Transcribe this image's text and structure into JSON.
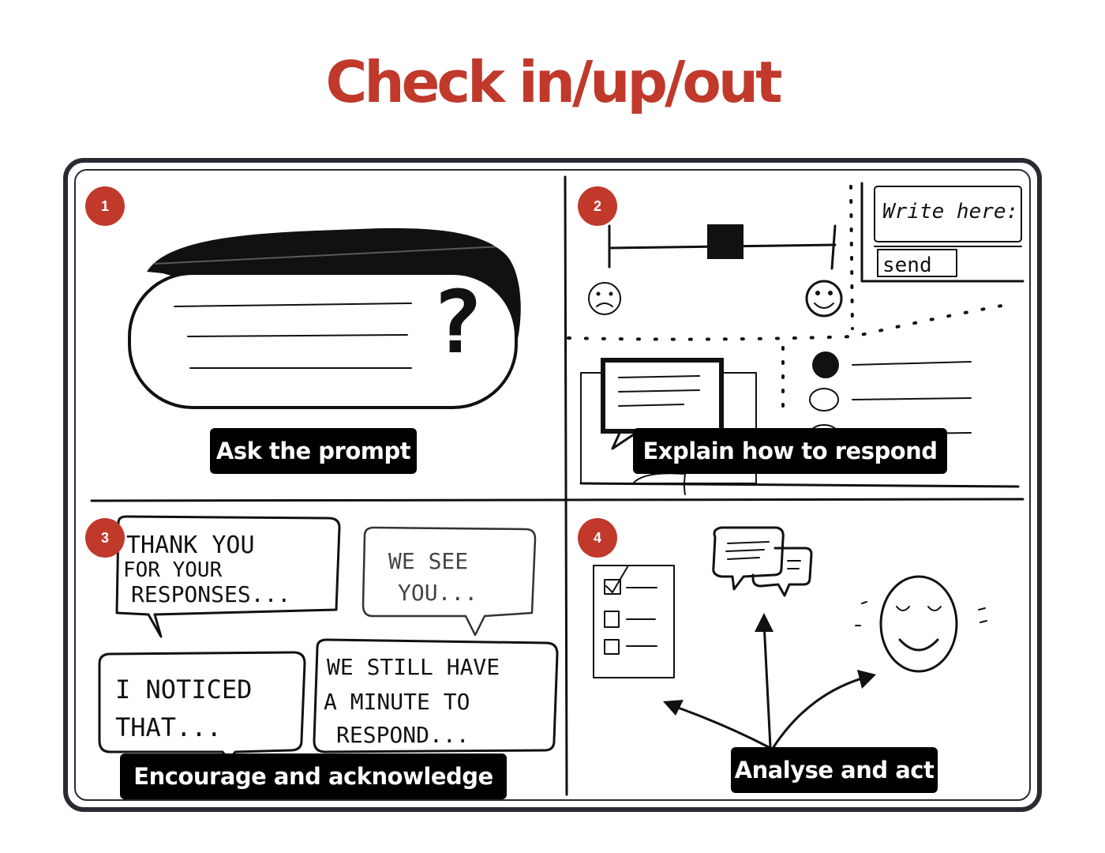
{
  "title": "Check in/up/out",
  "accent_color": "#c0392b",
  "panels": [
    {
      "number": "1",
      "caption": "Ask the prompt"
    },
    {
      "number": "2",
      "caption": "Explain how to respond",
      "sketch_text": {
        "input_label": "Write here:",
        "button_label": "send"
      }
    },
    {
      "number": "3",
      "caption": "Encourage and acknowledge",
      "speech_bubbles": [
        [
          "THANK YOU",
          "FOR YOUR",
          "RESPONSES..."
        ],
        [
          "WE SEE",
          "YOU..."
        ],
        [
          "I NOTICED",
          "THAT..."
        ],
        [
          "WE STILL HAVE",
          "A MINUTE TO",
          "RESPOND..."
        ]
      ]
    },
    {
      "number": "4",
      "caption": "Analyse and act"
    }
  ],
  "icons": {
    "question": "question-mark-icon",
    "sad": "sad-face-icon",
    "happy": "happy-face-icon",
    "checklist": "checklist-icon",
    "chat": "chat-bubbles-icon",
    "calm": "calm-face-icon"
  }
}
